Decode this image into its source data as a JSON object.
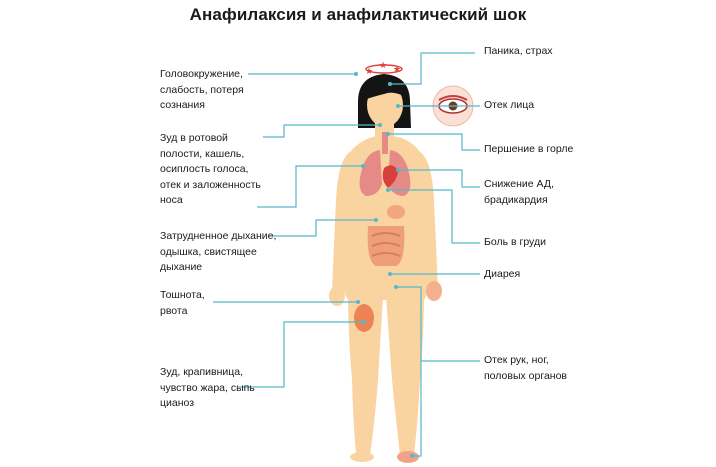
{
  "title": "Анафилаксия и анафилактический шок",
  "labels_left": [
    "Головокружение,\nслабость, потеря\nсознания",
    "Зуд в ротовой\nполости, кашель,\nосиплость голоса,\nотек и заложенность\nноса",
    "Затрудненное дыхание,\nодышка, свистящее\nдыхание",
    "Тошнота,\nрвота",
    "Зуд, крапивница,\nчувство жара, сыпь\nцианоз"
  ],
  "labels_right": [
    "Паника, страх",
    "Отек лица",
    "Першение в горле",
    "Снижение АД,\nбрадикардия",
    "Боль в груди",
    "Диарея",
    "Отек рук, ног,\nполовых органов"
  ],
  "colors": {
    "skin": "#fad4a0",
    "hair": "#141414",
    "leader_line": "#55b8c9",
    "stars": "#e0403a",
    "lungs": "#e58a86",
    "heart": "#d8403c",
    "intestine": "#ee9f7a",
    "rash": "#e8683c",
    "swelling": "#f3a28a"
  }
}
